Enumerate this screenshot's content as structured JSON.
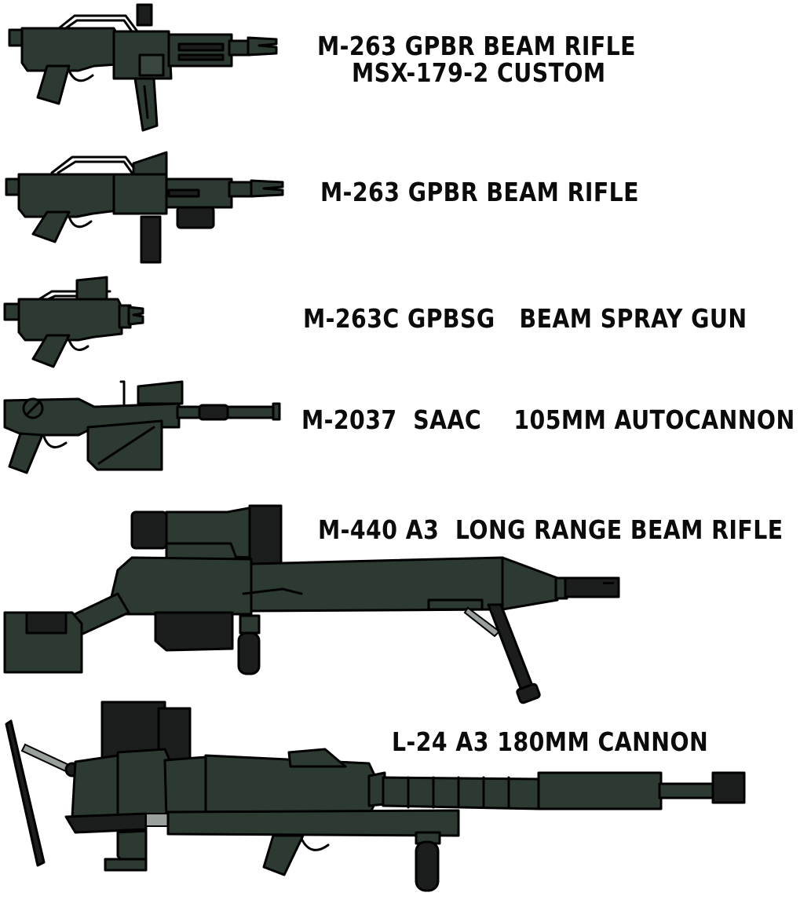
{
  "weapons": [
    {
      "name": "M-263 GPBR BEAM RIFLE",
      "subname": "MSX-179-2 CUSTOM"
    },
    {
      "name": "M-263 GPBR BEAM RIFLE"
    },
    {
      "name": "M-263C GPBSG   BEAM SPRAY GUN"
    },
    {
      "name": "M-2037  SAAC    105MM AUTOCANNON"
    },
    {
      "name": "M-440 A3  LONG RANGE BEAM RIFLE"
    },
    {
      "name": "L-24 A3 180MM CANNON"
    }
  ],
  "colors": {
    "body": "#2d3a32",
    "dark": "#1b1e1c",
    "outline": "#000000",
    "background": "#ffffff"
  }
}
